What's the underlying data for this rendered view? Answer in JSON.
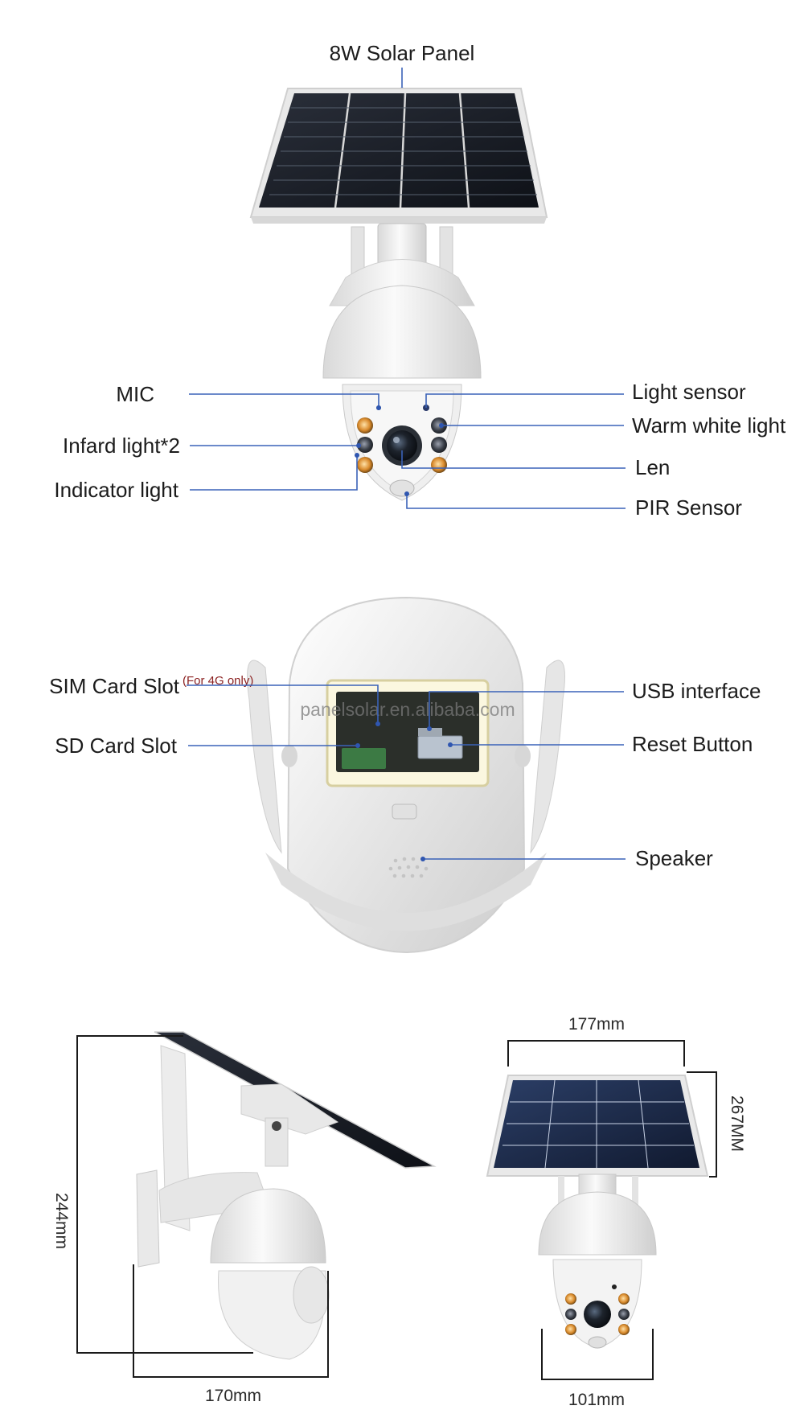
{
  "top_view": {
    "solar_panel_label": "8W Solar Panel",
    "left_labels": {
      "mic": "MIC",
      "infrared": "Infard light*2",
      "indicator": "Indicator light"
    },
    "right_labels": {
      "light_sensor": "Light sensor",
      "warm_light": "Warm white light",
      "lens": "Len",
      "pir": "PIR Sensor"
    }
  },
  "back_view": {
    "sim_slot": "SIM Card Slot",
    "sim_note": "(For 4G only)",
    "sd_slot": "SD Card Slot",
    "usb": "USB interface",
    "reset": "Reset Button",
    "speaker": "Speaker",
    "watermark": "panelsolar.en.alibaba.com"
  },
  "dimensions": {
    "side_height": "244mm",
    "side_depth": "170mm",
    "front_panel_width": "177mm",
    "front_total_height": "267MM",
    "front_body_width": "101mm"
  },
  "colors": {
    "callout_line": "#3a62b8",
    "body_white": "#f1f1f1",
    "panel_cell": "#1b1f27"
  }
}
